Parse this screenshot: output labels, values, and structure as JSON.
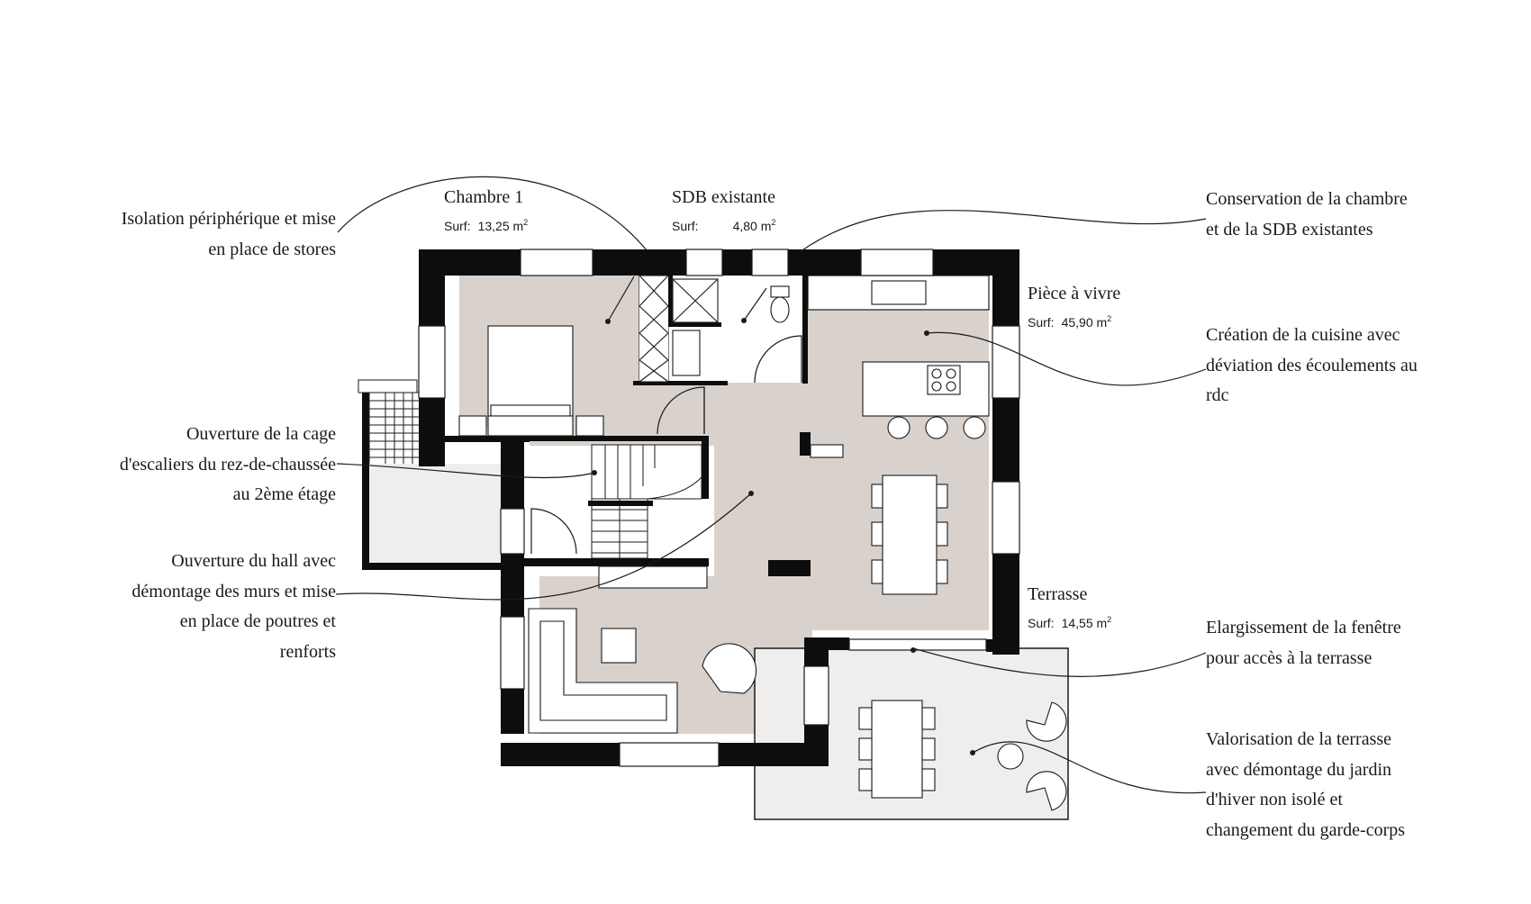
{
  "rooms": {
    "chambre": {
      "name": "Chambre 1",
      "surf_label": "Surf:",
      "area": "13,25 m",
      "unit_exp": "2"
    },
    "sdb": {
      "name": "SDB existante",
      "surf_label": "Surf:",
      "area": "4,80 m",
      "unit_exp": "2"
    },
    "piece": {
      "name": "Pièce à vivre",
      "surf_label": "Surf:",
      "area": "45,90 m",
      "unit_exp": "2"
    },
    "terrasse": {
      "name": "Terrasse",
      "surf_label": "Surf:",
      "area": "14,55 m",
      "unit_exp": "2"
    }
  },
  "annotations": {
    "isolation": [
      "Isolation périphérique et mise",
      "en place de stores"
    ],
    "cage": [
      "Ouverture de la cage",
      "d'escaliers du rez-de-chaussée",
      "au 2ème étage"
    ],
    "hall": [
      "Ouverture du hall avec",
      "démontage des murs et mise",
      "en place de poutres et",
      "renforts"
    ],
    "conservation": [
      "Conservation de la chambre",
      "et de la SDB existantes"
    ],
    "cuisine": [
      "Création de la cuisine avec",
      "déviation des écoulements au",
      "rdc"
    ],
    "fenetre": [
      "Elargissement de la fenêtre",
      "pour accès à la terrasse"
    ],
    "terrasse": [
      "Valorisation de la terrasse",
      "avec démontage du jardin",
      "d'hiver non isolé et",
      "changement du garde-corps"
    ]
  },
  "colors": {
    "wall": "#0d0d0d",
    "floor_living": "#d9d2cc",
    "floor_terrace": "#f0eeec",
    "line": "#1a1a1a"
  }
}
